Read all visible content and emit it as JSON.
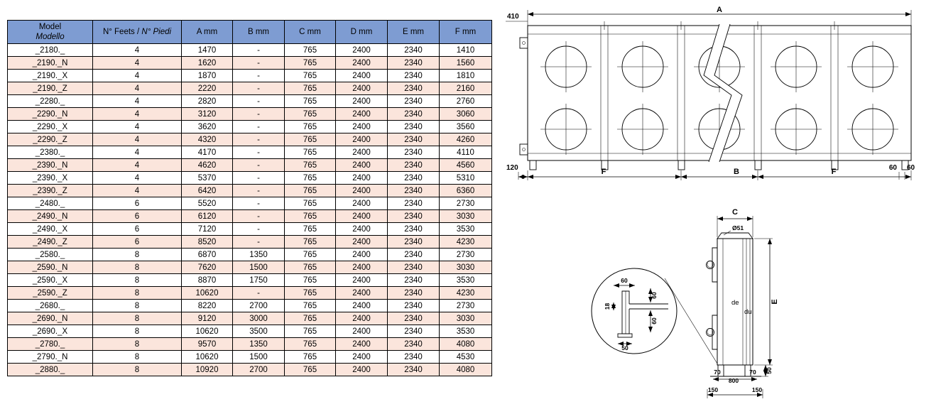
{
  "colors": {
    "header_bg": "#7e9cd2",
    "row_alt_bg": "#fbe5dc",
    "line": "#000000"
  },
  "table": {
    "header": {
      "model_en": "Model",
      "model_it": "Modello",
      "feets_en": "N° Feets / ",
      "feets_it": "N° Piedi",
      "cols": [
        "A mm",
        "B mm",
        "C mm",
        "D mm",
        "E mm",
        "F mm"
      ]
    },
    "rows": [
      {
        "model": "_2180._",
        "feets": "4",
        "a": "1470",
        "b": "-",
        "c": "765",
        "d": "2400",
        "e": "2340",
        "f": "1410"
      },
      {
        "model": "_2190._N",
        "feets": "4",
        "a": "1620",
        "b": "-",
        "c": "765",
        "d": "2400",
        "e": "2340",
        "f": "1560"
      },
      {
        "model": "_2190._X",
        "feets": "4",
        "a": "1870",
        "b": "-",
        "c": "765",
        "d": "2400",
        "e": "2340",
        "f": "1810"
      },
      {
        "model": "_2190._Z",
        "feets": "4",
        "a": "2220",
        "b": "-",
        "c": "765",
        "d": "2400",
        "e": "2340",
        "f": "2160"
      },
      {
        "model": "_2280._",
        "feets": "4",
        "a": "2820",
        "b": "-",
        "c": "765",
        "d": "2400",
        "e": "2340",
        "f": "2760"
      },
      {
        "model": "_2290._N",
        "feets": "4",
        "a": "3120",
        "b": "-",
        "c": "765",
        "d": "2400",
        "e": "2340",
        "f": "3060"
      },
      {
        "model": "_2290._X",
        "feets": "4",
        "a": "3620",
        "b": "-",
        "c": "765",
        "d": "2400",
        "e": "2340",
        "f": "3560"
      },
      {
        "model": "_2290._Z",
        "feets": "4",
        "a": "4320",
        "b": "-",
        "c": "765",
        "d": "2400",
        "e": "2340",
        "f": "4260"
      },
      {
        "model": "_2380._",
        "feets": "4",
        "a": "4170",
        "b": "-",
        "c": "765",
        "d": "2400",
        "e": "2340",
        "f": "4110"
      },
      {
        "model": "_2390._N",
        "feets": "4",
        "a": "4620",
        "b": "-",
        "c": "765",
        "d": "2400",
        "e": "2340",
        "f": "4560"
      },
      {
        "model": "_2390._X",
        "feets": "4",
        "a": "5370",
        "b": "-",
        "c": "765",
        "d": "2400",
        "e": "2340",
        "f": "5310"
      },
      {
        "model": "_2390._Z",
        "feets": "4",
        "a": "6420",
        "b": "-",
        "c": "765",
        "d": "2400",
        "e": "2340",
        "f": "6360"
      },
      {
        "model": "_2480._",
        "feets": "6",
        "a": "5520",
        "b": "-",
        "c": "765",
        "d": "2400",
        "e": "2340",
        "f": "2730"
      },
      {
        "model": "_2490._N",
        "feets": "6",
        "a": "6120",
        "b": "-",
        "c": "765",
        "d": "2400",
        "e": "2340",
        "f": "3030"
      },
      {
        "model": "_2490._X",
        "feets": "6",
        "a": "7120",
        "b": "-",
        "c": "765",
        "d": "2400",
        "e": "2340",
        "f": "3530"
      },
      {
        "model": "_2490._Z",
        "feets": "6",
        "a": "8520",
        "b": "-",
        "c": "765",
        "d": "2400",
        "e": "2340",
        "f": "4230"
      },
      {
        "model": "_2580._",
        "feets": "8",
        "a": "6870",
        "b": "1350",
        "c": "765",
        "d": "2400",
        "e": "2340",
        "f": "2730"
      },
      {
        "model": "_2590._N",
        "feets": "8",
        "a": "7620",
        "b": "1500",
        "c": "765",
        "d": "2400",
        "e": "2340",
        "f": "3030"
      },
      {
        "model": "_2590._X",
        "feets": "8",
        "a": "8870",
        "b": "1750",
        "c": "765",
        "d": "2400",
        "e": "2340",
        "f": "3530"
      },
      {
        "model": "_2590._Z",
        "feets": "8",
        "a": "10620",
        "b": "-",
        "c": "765",
        "d": "2400",
        "e": "2340",
        "f": "4230"
      },
      {
        "model": "_2680._",
        "feets": "8",
        "a": "8220",
        "b": "2700",
        "c": "765",
        "d": "2400",
        "e": "2340",
        "f": "2730"
      },
      {
        "model": "_2690._N",
        "feets": "8",
        "a": "9120",
        "b": "3000",
        "c": "765",
        "d": "2400",
        "e": "2340",
        "f": "3030"
      },
      {
        "model": "_2690._X",
        "feets": "8",
        "a": "10620",
        "b": "3500",
        "c": "765",
        "d": "2400",
        "e": "2340",
        "f": "3530"
      },
      {
        "model": "_2780._",
        "feets": "8",
        "a": "9570",
        "b": "1350",
        "c": "765",
        "d": "2400",
        "e": "2340",
        "f": "4080"
      },
      {
        "model": "_2790._N",
        "feets": "8",
        "a": "10620",
        "b": "1500",
        "c": "765",
        "d": "2400",
        "e": "2340",
        "f": "4530"
      },
      {
        "model": "_2880._",
        "feets": "8",
        "a": "10920",
        "b": "2700",
        "c": "765",
        "d": "2400",
        "e": "2340",
        "f": "4080"
      }
    ]
  },
  "front_view": {
    "dim_total_width": "A",
    "dim_410": "410",
    "dim_120": "120",
    "dim_f_left": "F",
    "dim_b": "B",
    "dim_f_right": "F",
    "dim_60_a": "60",
    "dim_60_b": "60"
  },
  "side_view": {
    "dim_depth": "C",
    "dim_diameter": "Ø51",
    "dim_height": "E",
    "label_de": "de",
    "label_du": "du",
    "dim_foot_height": "50",
    "dim_70_left": "70",
    "dim_800": "800",
    "dim_70_right": "70",
    "dim_150_left": "150",
    "dim_150_right": "150",
    "detail": {
      "dim_60_top": "60",
      "dim_18": "18",
      "dim_60_right_upper": "60",
      "dim_60_right_lower": "60",
      "dim_50": "50"
    }
  }
}
